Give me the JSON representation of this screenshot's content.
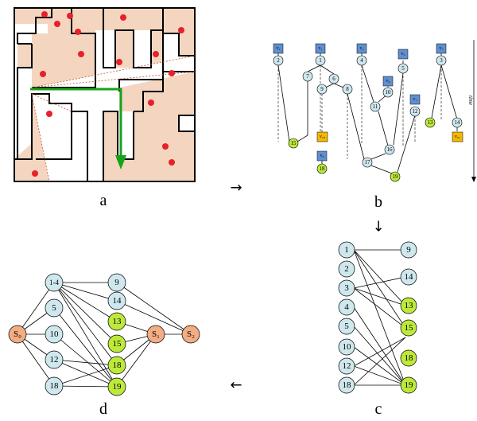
{
  "panels": {
    "a": "a",
    "b": "b",
    "c": "c",
    "d": "d"
  },
  "arrows": {
    "a_to_b": "→",
    "b_to_c": "↓",
    "c_to_d": "←"
  },
  "panel_b": {
    "time_label": "time",
    "robots": [
      "v₁",
      "v₂",
      "v₃",
      "v₄",
      "v₅",
      "v₆",
      "v₇",
      "v₈"
    ],
    "circle_nodes": [
      "1",
      "2",
      "3",
      "4",
      "5",
      "6",
      "7",
      "8",
      "9",
      "10",
      "11",
      "12",
      "13",
      "14",
      "15",
      "16",
      "17",
      "18",
      "19"
    ],
    "yellow_labels": [
      "v₇₈",
      "v₈₁"
    ]
  },
  "panel_c": {
    "left": [
      "1",
      "2",
      "3",
      "4",
      "5",
      "10",
      "12",
      "18"
    ],
    "right": [
      "9",
      "14",
      "13",
      "15",
      "18",
      "19"
    ]
  },
  "panel_d": {
    "col1": [
      "1-4",
      "5",
      "10",
      "12",
      "18"
    ],
    "col2": [
      "9",
      "14",
      "13",
      "15",
      "18",
      "19"
    ],
    "s0": "S₀",
    "s1": "S₁",
    "s2": "S₂"
  },
  "colors": {
    "tan": "#f4d6c0",
    "red": "#e8202a",
    "green_arrow": "#16a31b",
    "light_blue": "#cfe8ee",
    "lime": "#bde93a",
    "orange": "#f2ad83",
    "robot_blue": "#5f8fd0",
    "robot_yellow": "#f5b800"
  }
}
